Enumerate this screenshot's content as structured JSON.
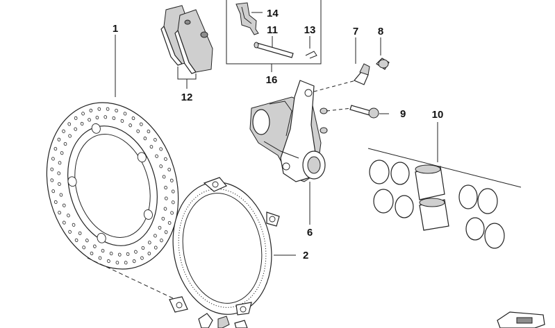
{
  "labels": {
    "p1": "1",
    "p2": "2",
    "p6": "6",
    "p7": "7",
    "p8": "8",
    "p9": "9",
    "p10": "10",
    "p11": "11",
    "p12": "12",
    "p13": "13",
    "p14": "14",
    "p16": "16"
  },
  "icons": {
    "corner_logo": "car-outline-icon"
  }
}
